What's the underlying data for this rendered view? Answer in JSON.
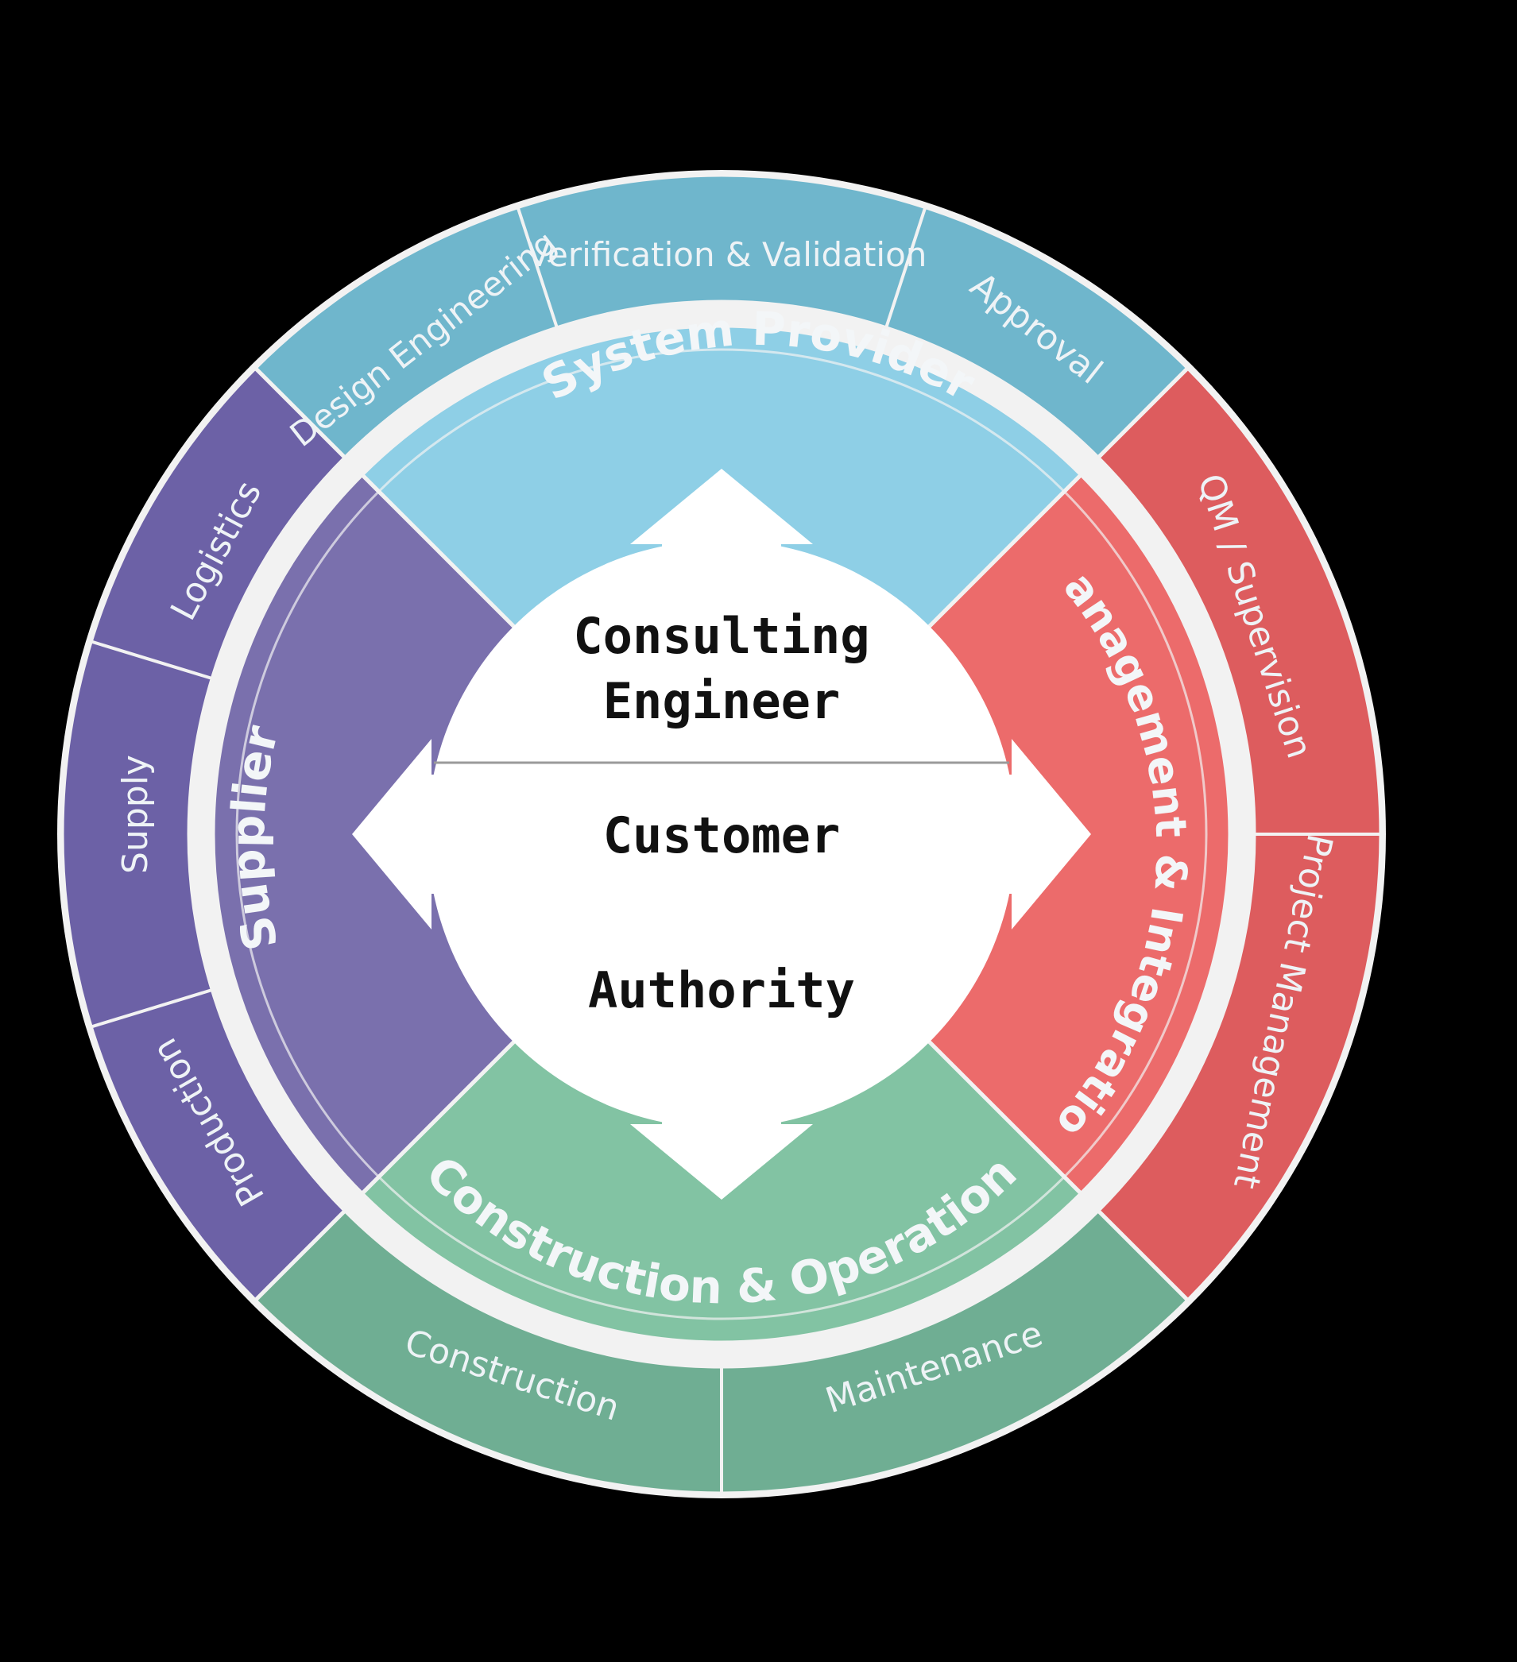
{
  "colors": {
    "background": "#000000",
    "outline": "#f2f2f2",
    "system_provider_inner": "#8ecfe6",
    "system_provider_outer": "#6fb6cc",
    "management_inner": "#ec6b6b",
    "management_outer": "#dd5c5e",
    "construction_inner": "#82c3a3",
    "construction_outer": "#6fae93",
    "supplier_inner": "#7a70ad",
    "supplier_outer": "#6c61a6",
    "core": "#ffffff",
    "core_text": "#111111"
  },
  "core": {
    "consulting_engineer": [
      "Consulting",
      "Engineer"
    ],
    "customer": "Customer",
    "authority": "Authority"
  },
  "sectors": {
    "system_provider": {
      "label": "System Provider",
      "outer": [
        "Design Engineering",
        "Verification & Validation",
        "Approval"
      ]
    },
    "management": {
      "label": "Management & Integration",
      "outer": [
        "QM / Supervision",
        "Project Management"
      ]
    },
    "construction": {
      "label": "Construction & Operation",
      "outer": [
        "Construction",
        "Maintenance"
      ]
    },
    "supplier": {
      "label": "Supplier",
      "outer": [
        "Logistics",
        "Supply",
        "Production"
      ]
    }
  }
}
